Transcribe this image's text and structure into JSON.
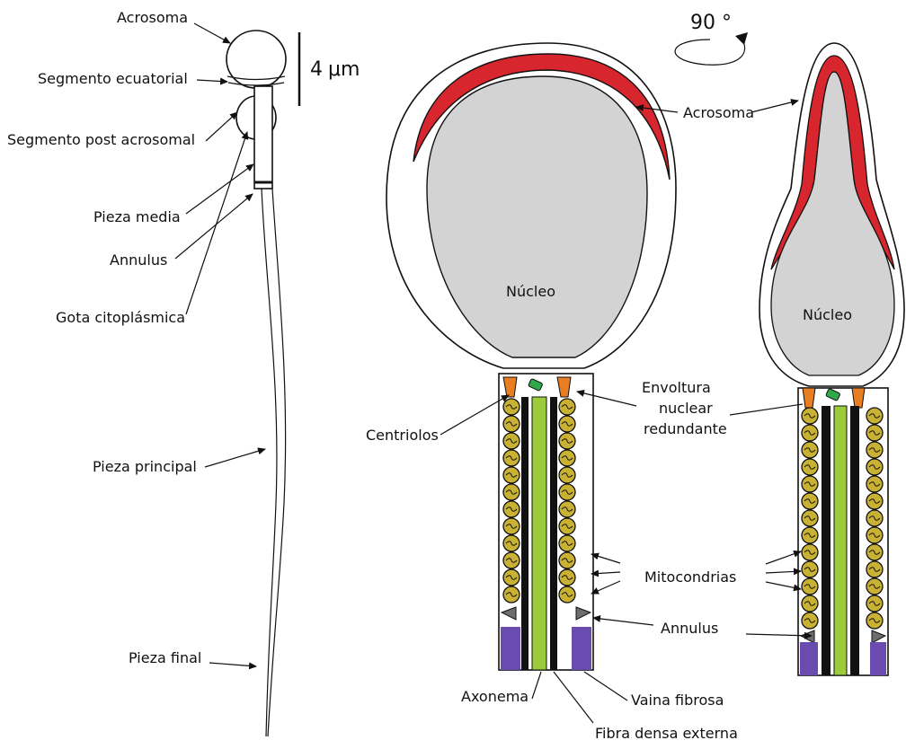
{
  "left_labels": {
    "acrosoma": "Acrosoma",
    "segmento_ecuatorial": "Segmento ecuatorial",
    "segmento_post_acrosomal": "Segmento post acrosomal",
    "pieza_media": "Pieza media",
    "annulus": "Annulus",
    "gota_citoplasmica": "Gota citoplásmica",
    "pieza_principal": "Pieza principal",
    "pieza_final": "Pieza final"
  },
  "scale_bar": {
    "value": "4",
    "unit": "μm"
  },
  "rotation": {
    "label": "90 °"
  },
  "right_labels": {
    "acrosoma": "Acrosoma",
    "nucleo_front": "Núcleo",
    "nucleo_side": "Núcleo",
    "envoltura_line1": "Envoltura",
    "envoltura_line2": "nuclear",
    "envoltura_line3": "redundante",
    "centriolos": "Centriolos",
    "mitocondrias": "Mitocondrias",
    "annulus": "Annulus",
    "axonema": "Axonema",
    "vaina_fibrosa": "Vaina fibrosa",
    "fibra_densa_externa": "Fibra densa externa"
  },
  "colors": {
    "acrosome": "#d7262e",
    "nucleus": "#d3d3d3",
    "centriole": "#e87d22",
    "green_body": "#2fa84a",
    "axoneme": "#9ccc3c",
    "dense_fiber": "#111111",
    "mitochondria": "#c9b133",
    "annulus": "#6e6e6e",
    "fibrous_sheath": "#6a4bb0"
  }
}
